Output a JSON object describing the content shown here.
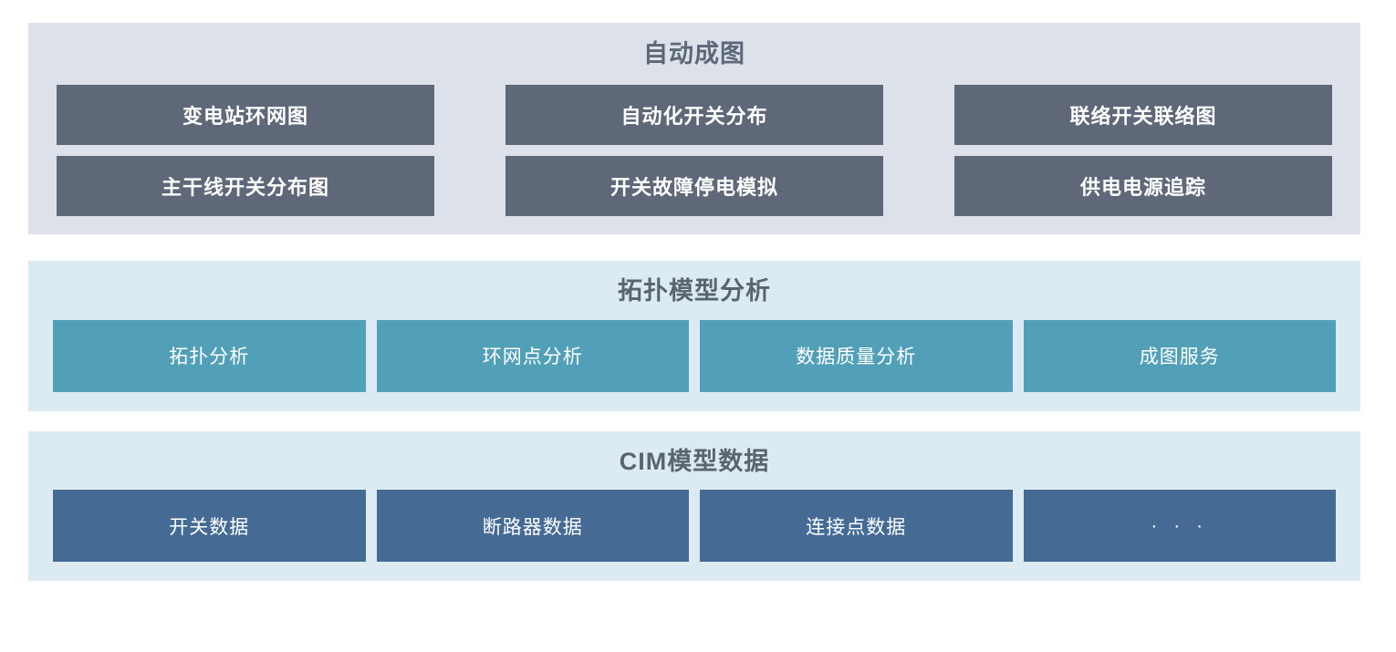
{
  "colors": {
    "panel_auto_bg": "#dde2ea",
    "panel_topo_bg": "#dcebf1",
    "panel_cim_bg": "#dcebf1",
    "tile_dark": "#5e6878",
    "tile_teal": "#52a0b8",
    "tile_blue": "#456b95",
    "title_text": "#5c6878",
    "tile_text": "#ffffff",
    "page_bg": "#ffffff"
  },
  "sections": [
    {
      "id": "auto-mapping",
      "title": "自动成图",
      "rows": [
        [
          {
            "label": "变电站环网图"
          },
          {
            "label": "自动化开关分布"
          },
          {
            "label": "联络开关联络图"
          }
        ],
        [
          {
            "label": "主干线开关分布图"
          },
          {
            "label": "开关故障停电模拟"
          },
          {
            "label": "供电电源追踪"
          }
        ]
      ]
    },
    {
      "id": "topology-model-analysis",
      "title": "拓扑模型分析",
      "rows": [
        [
          {
            "label": "拓扑分析"
          },
          {
            "label": "环网点分析"
          },
          {
            "label": "数据质量分析"
          },
          {
            "label": "成图服务"
          }
        ]
      ]
    },
    {
      "id": "cim-model-data",
      "title": "CIM模型数据",
      "rows": [
        [
          {
            "label": "开关数据"
          },
          {
            "label": "断路器数据"
          },
          {
            "label": "连接点数据"
          },
          {
            "label": "· · ·"
          }
        ]
      ]
    }
  ]
}
